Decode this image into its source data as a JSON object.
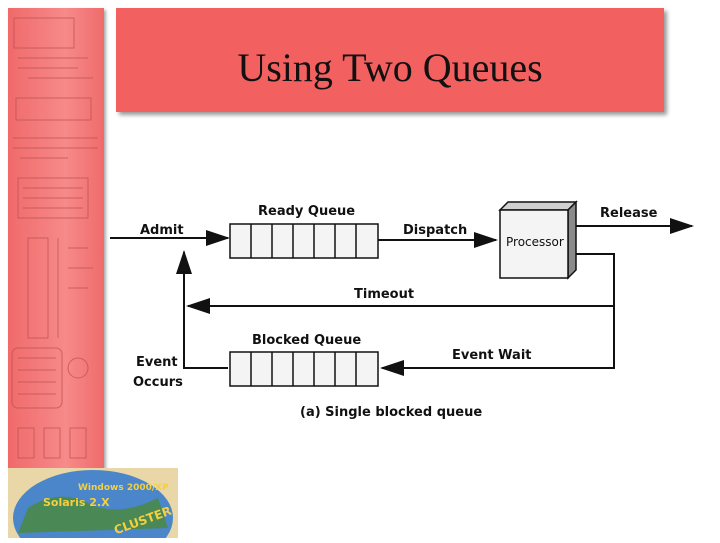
{
  "slide": {
    "title": "Using Two Queues"
  },
  "diagram": {
    "labels": {
      "admit": "Admit",
      "ready_queue": "Ready Queue",
      "dispatch": "Dispatch",
      "processor": "Processor",
      "release": "Release",
      "timeout": "Timeout",
      "blocked_queue": "Blocked Queue",
      "event_wait": "Event Wait",
      "event_occurs_line1": "Event",
      "event_occurs_line2": "Occurs",
      "caption": "(a) Single blocked queue"
    }
  },
  "logo": {
    "line1": "Windows 2000/XP",
    "line2": "Solaris 2.X",
    "line3": "CLUSTER"
  },
  "colors": {
    "banner": "#f26060",
    "strip": "#f07a7a"
  }
}
